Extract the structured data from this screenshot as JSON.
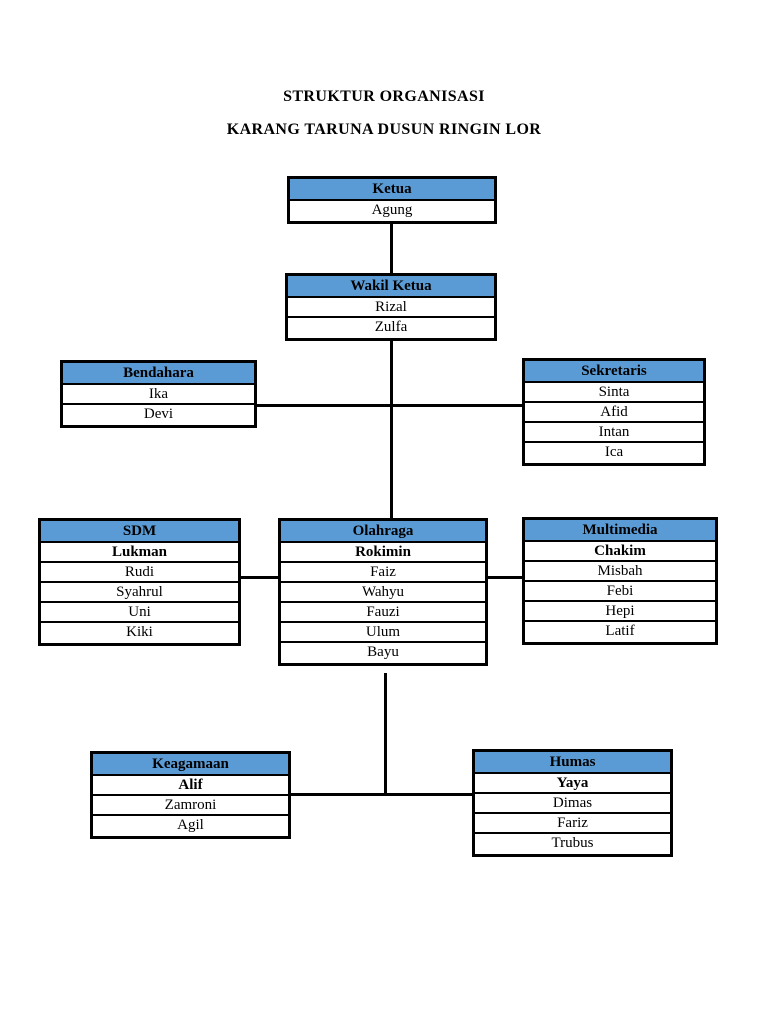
{
  "title": {
    "line1": "STRUKTUR ORGANISASI",
    "line2": "KARANG TARUNA DUSUN RINGIN LOR"
  },
  "colors": {
    "header_bg": "#5B9BD5",
    "border": "#000000",
    "connector": "#000000",
    "page_bg": "#FFFFFF"
  },
  "boxes": [
    {
      "id": "ketua",
      "title": "Ketua",
      "members": [
        {
          "name": "Agung",
          "bold": false
        }
      ]
    },
    {
      "id": "wakil-ketua",
      "title": "Wakil Ketua",
      "members": [
        {
          "name": "Rizal",
          "bold": false
        },
        {
          "name": "Zulfa",
          "bold": false
        }
      ]
    },
    {
      "id": "bendahara",
      "title": "Bendahara",
      "members": [
        {
          "name": "Ika",
          "bold": false
        },
        {
          "name": "Devi",
          "bold": false
        }
      ]
    },
    {
      "id": "sekretaris",
      "title": "Sekretaris",
      "members": [
        {
          "name": "Sinta",
          "bold": false
        },
        {
          "name": "Afid",
          "bold": false
        },
        {
          "name": "Intan",
          "bold": false
        },
        {
          "name": "Ica",
          "bold": false
        }
      ]
    },
    {
      "id": "sdm",
      "title": "SDM",
      "members": [
        {
          "name": "Lukman",
          "bold": true
        },
        {
          "name": "Rudi",
          "bold": false
        },
        {
          "name": "Syahrul",
          "bold": false
        },
        {
          "name": "Uni",
          "bold": false
        },
        {
          "name": "Kiki",
          "bold": false
        }
      ]
    },
    {
      "id": "olahraga",
      "title": "Olahraga",
      "members": [
        {
          "name": "Rokimin",
          "bold": true
        },
        {
          "name": "Faiz",
          "bold": false
        },
        {
          "name": "Wahyu",
          "bold": false
        },
        {
          "name": "Fauzi",
          "bold": false
        },
        {
          "name": "Ulum",
          "bold": false
        },
        {
          "name": "Bayu",
          "bold": false
        }
      ]
    },
    {
      "id": "multimedia",
      "title": "Multimedia",
      "members": [
        {
          "name": "Chakim",
          "bold": true
        },
        {
          "name": "Misbah",
          "bold": false
        },
        {
          "name": "Febi",
          "bold": false
        },
        {
          "name": "Hepi",
          "bold": false
        },
        {
          "name": "Latif",
          "bold": false
        }
      ]
    },
    {
      "id": "keagamaan",
      "title": "Keagamaan",
      "members": [
        {
          "name": "Alif",
          "bold": true
        },
        {
          "name": "Zamroni",
          "bold": false
        },
        {
          "name": "Agil",
          "bold": false
        }
      ]
    },
    {
      "id": "humas",
      "title": "Humas",
      "members": [
        {
          "name": "Yaya",
          "bold": true
        },
        {
          "name": "Dimas",
          "bold": false
        },
        {
          "name": "Fariz",
          "bold": false
        },
        {
          "name": "Trubus",
          "bold": false
        }
      ]
    }
  ]
}
